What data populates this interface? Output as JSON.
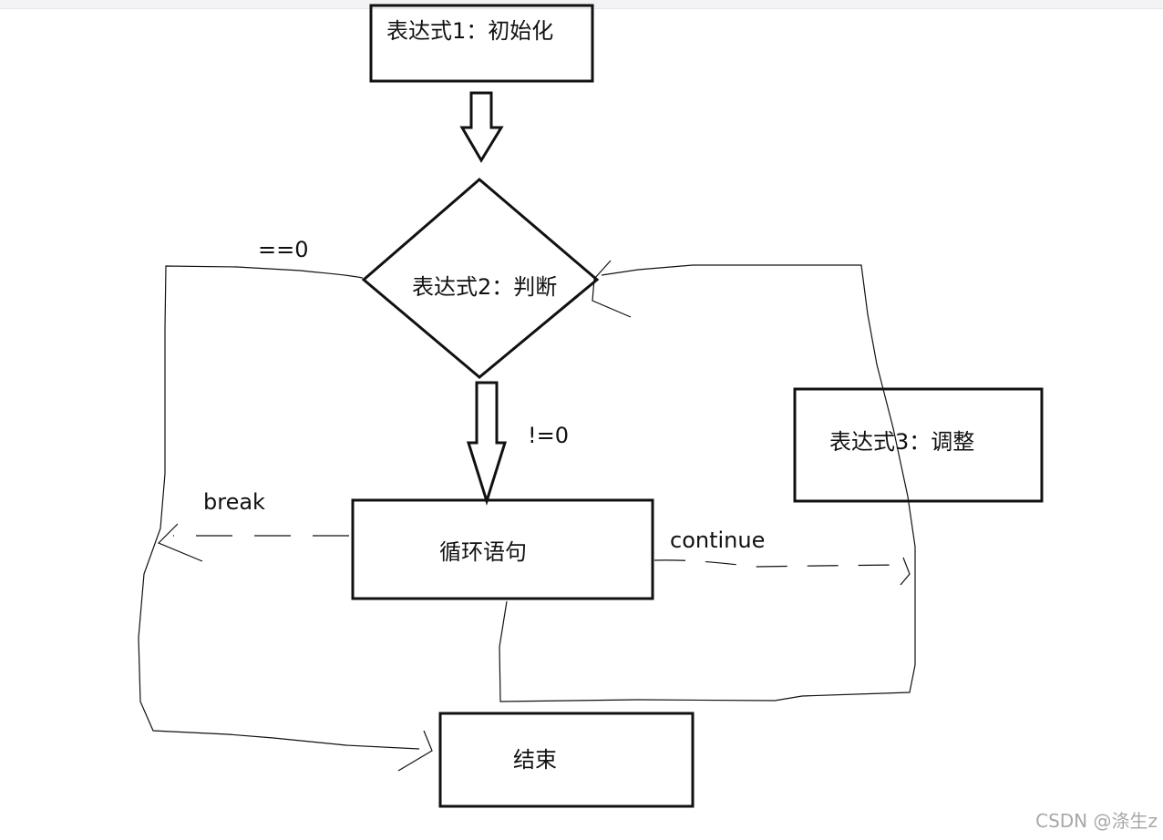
{
  "nodes": {
    "init": {
      "label": "表达式1：初始化"
    },
    "cond": {
      "label": "表达式2：判断"
    },
    "adjust": {
      "label": "表达式3：调整"
    },
    "body": {
      "label": "循环语句"
    },
    "end": {
      "label": "结束"
    }
  },
  "edge_labels": {
    "eq_zero": "==0",
    "neq_zero": "!=0",
    "break": "break",
    "continue": "continue"
  },
  "watermark": "CSDN @涤生z",
  "colors": {
    "stroke": "#111111",
    "background": "#ffffff",
    "watermark": "#a8a8a8"
  }
}
